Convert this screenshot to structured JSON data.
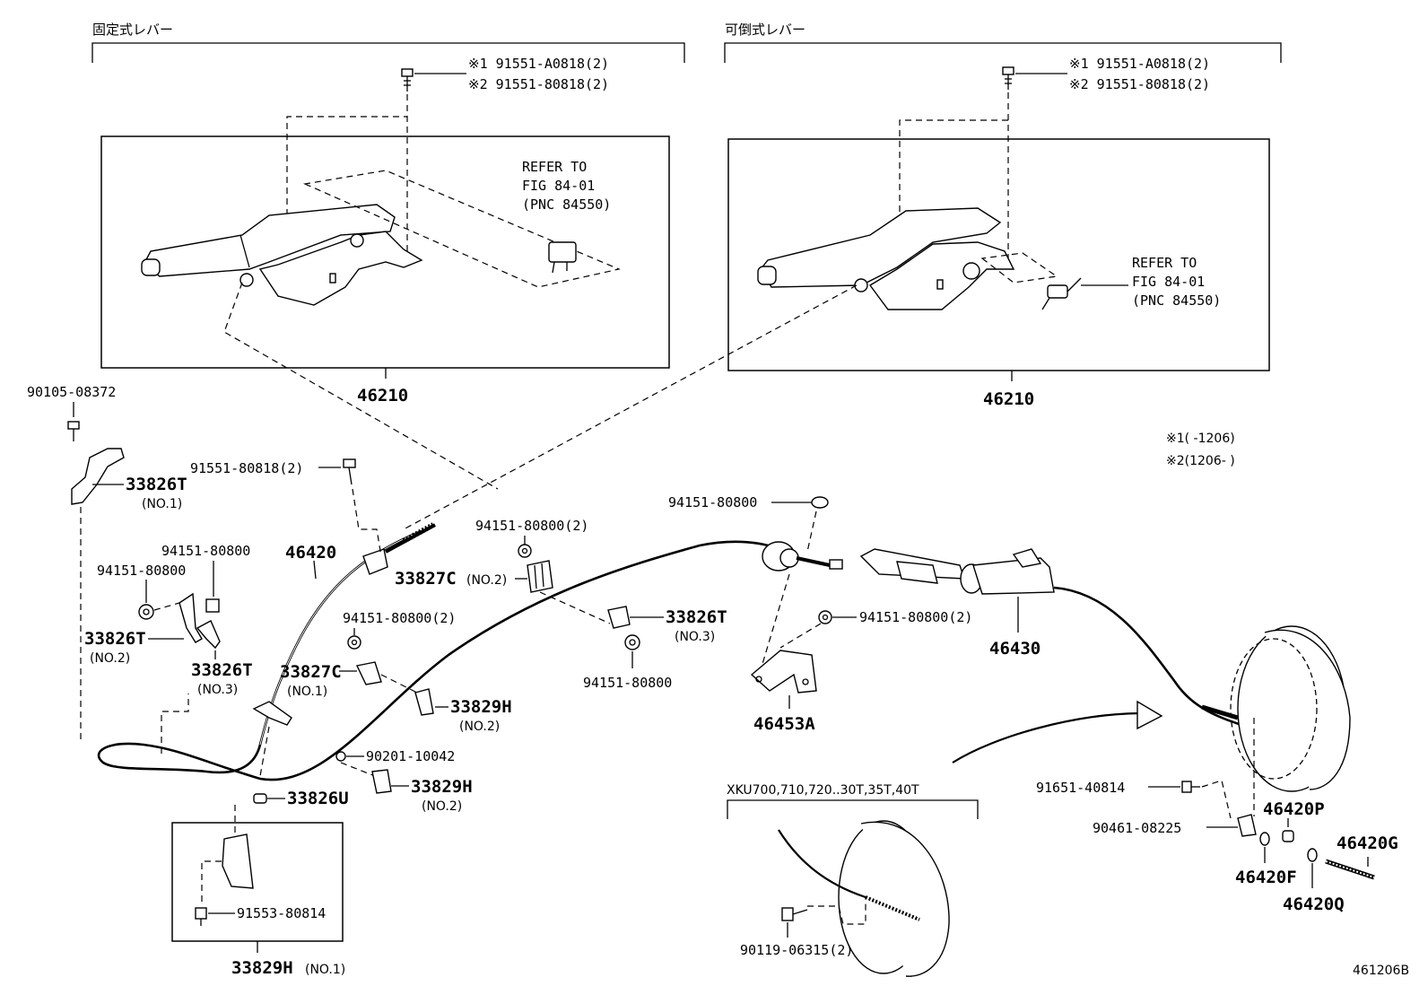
{
  "sections": {
    "fixed_lever": "固定式レバー",
    "tilt_lever": "可倒式レバー",
    "variant": "XKU700,710,720..30T,35T,40T"
  },
  "refer_left": {
    "line1": "REFER TO",
    "line2": "FIG 84-01",
    "line3": "(PNC 84550)"
  },
  "refer_right": {
    "line1": "REFER TO",
    "line2": "FIG 84-01",
    "line3": "(PNC 84550)"
  },
  "notes": {
    "note1_left": "※1 91551-A0818(2)",
    "note2_left": "※2 91551-80818(2)",
    "note1_right": "※1 91551-A0818(2)",
    "note2_right": "※2 91551-80818(2)",
    "legend1": "※1(   -1206)",
    "legend2": "※2(1206-   )"
  },
  "parts": {
    "p46210_left": "46210",
    "p46210_right": "46210",
    "p90105": "90105-08372",
    "p33826T_1": "33826T",
    "p33826T_1_sub": "(NO.1)",
    "p91551": "91551-80818(2)",
    "p46420": "46420",
    "p94151_a": "94151-80800",
    "p94151_b": "94151-80800",
    "p33826T_2": "33826T",
    "p33826T_2_sub": "(NO.2)",
    "p33826T_3a": "33826T",
    "p33826T_3a_sub": "(NO.3)",
    "p33827C_2": "33827C",
    "p33827C_2_sub": "(NO.2)",
    "p94151_2a": "94151-80800(2)",
    "p94151_c": "94151-80800",
    "p33826T_3b": "33826T",
    "p33826T_3b_sub": "(NO.3)",
    "p94151_d": "94151-80800",
    "p94151_2b": "94151-80800(2)",
    "p33827C_1": "33827C",
    "p33827C_1_sub": "(NO.1)",
    "p33829H_2a": "33829H",
    "p33829H_2a_sub": "(NO.2)",
    "p90201": "90201-10042",
    "p33829H_2b": "33829H",
    "p33829H_2b_sub": "(NO.2)",
    "p33826U": "33826U",
    "p94151_2c": "94151-80800(2)",
    "p46430": "46430",
    "p46453A": "46453A",
    "p91553": "91553-80814",
    "p33829H_1": "33829H",
    "p33829H_1_sub": "(NO.1)",
    "p91651": "91651-40814",
    "p90461": "90461-08225",
    "p46420P": "46420P",
    "p46420F": "46420F",
    "p46420G": "46420G",
    "p46420Q": "46420Q",
    "p90119": "90119-06315(2)"
  },
  "figure_code": "461206B"
}
